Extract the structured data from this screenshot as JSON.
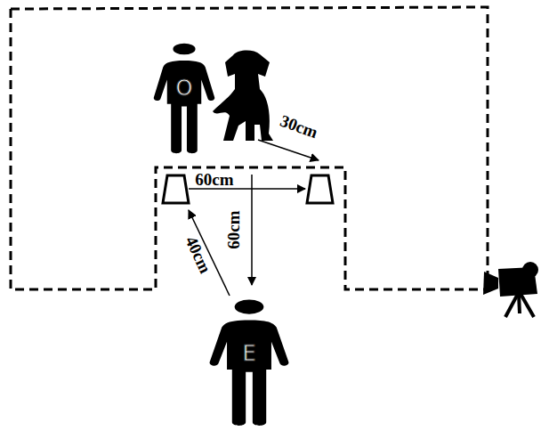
{
  "diagram": {
    "nodes": [
      {
        "text": [
          "O"
        ]
      },
      {
        "text": [
          "E"
        ]
      }
    ],
    "labels": [
      "30cm",
      "60cm",
      "60cm",
      "40cm"
    ]
  }
}
